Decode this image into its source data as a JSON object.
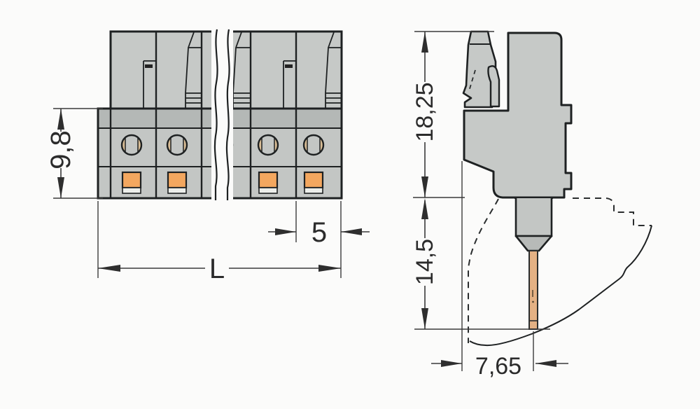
{
  "drawing": {
    "front_view": {
      "housing_height_mm": "9,8",
      "pole_pitch_mm": "5",
      "total_length_mm": "L"
    },
    "side_view": {
      "upper_height_mm": "18,25",
      "pin_length_mm": "14,5",
      "pin_offset_mm": "7,65"
    }
  },
  "colors": {
    "background": "#fbfbfa",
    "housing_gray": "#c3c6c4",
    "housing_gray_dark": "#b4b8b6",
    "contact_orange": "#f3a75f",
    "contact_crescent_tan": "#d9bd95",
    "pin_copper": "#e4b184",
    "outline": "#1e2122",
    "dimension_gray": "#3a3a3a"
  }
}
